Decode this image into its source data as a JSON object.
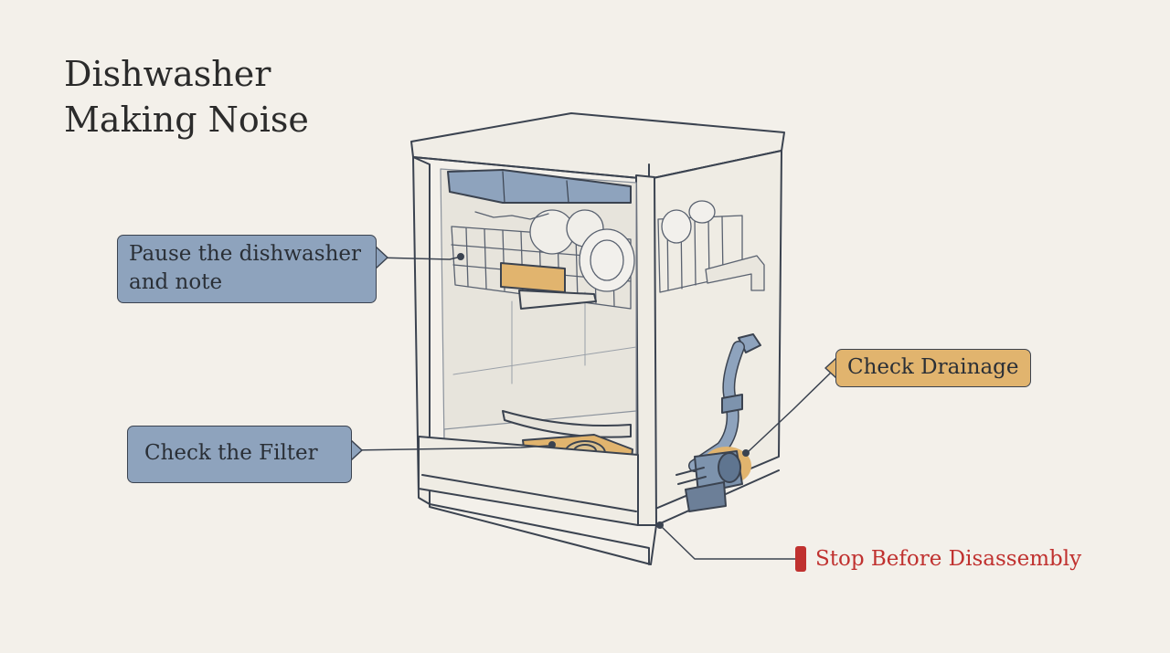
{
  "title": {
    "line1": "Dishwasher",
    "line2": "Making  Noise"
  },
  "callouts": {
    "pause": "Pause the dishwasher and note",
    "filter": "Check the Filter",
    "drainage": "Check Drainage",
    "stop": "Stop Before Disassembly"
  },
  "colors": {
    "background": "#f3f0ea",
    "callout_blue": "#8ea3bd",
    "callout_amber": "#e1b46e",
    "warning_red": "#c0312f",
    "ink": "#3b4350"
  },
  "icons": [
    "dishwasher-illustration",
    "dish-rack-icon",
    "spray-arm-icon",
    "filter-icon",
    "drain-pump-icon",
    "drain-hose-icon",
    "warning-marker-icon"
  ]
}
